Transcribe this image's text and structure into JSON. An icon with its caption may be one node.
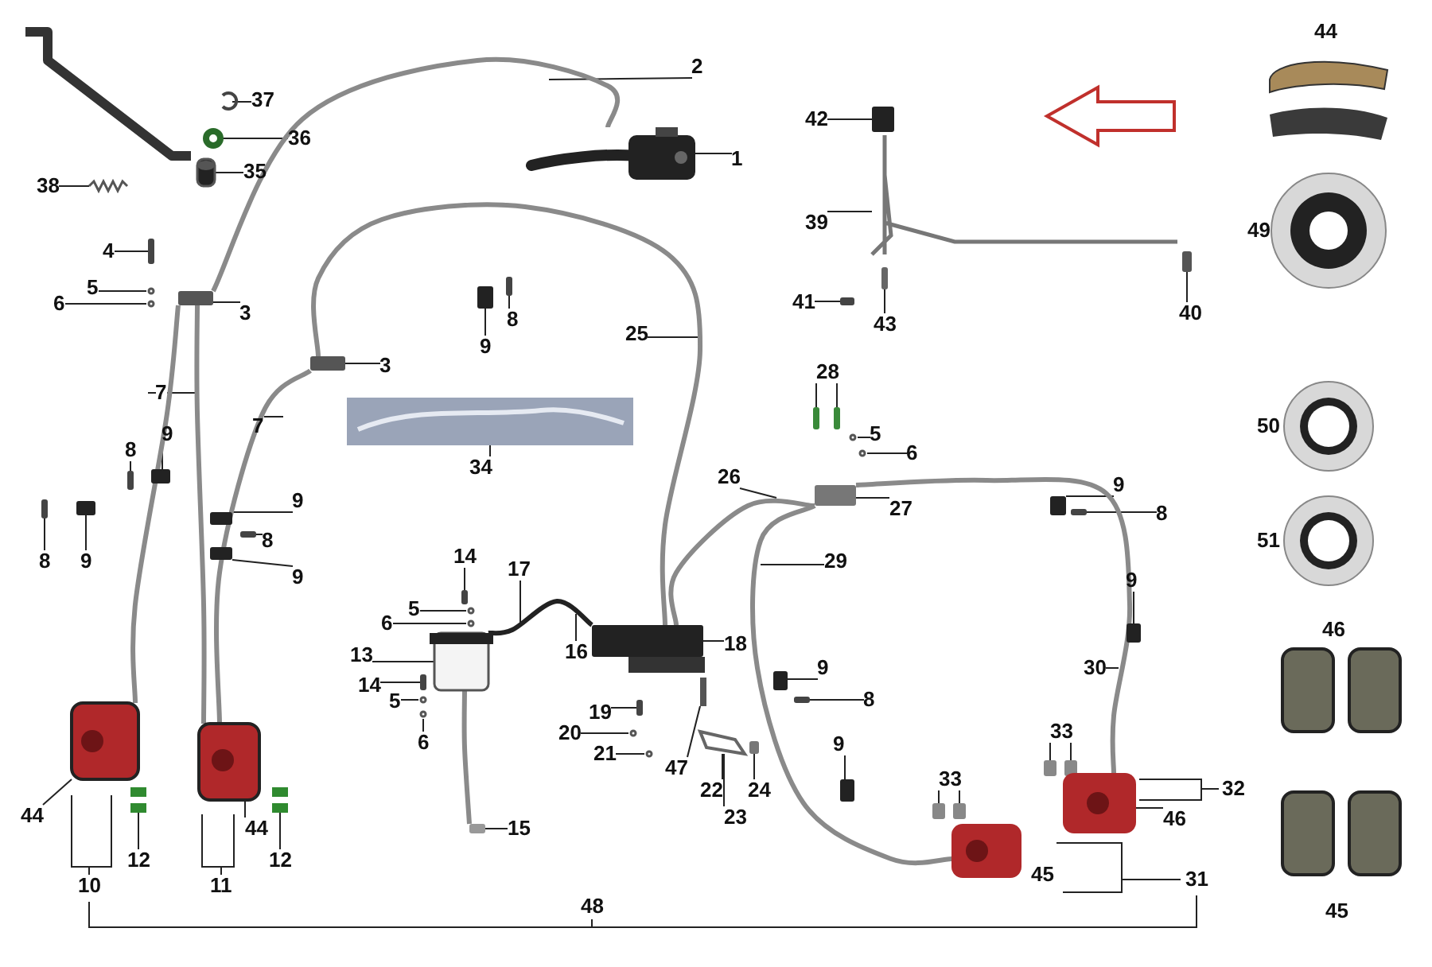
{
  "diagram": {
    "nodes": [
      {
        "text": [
          "2"
        ]
      },
      {
        "text": [
          "37"
        ]
      },
      {
        "text": [
          "42"
        ]
      },
      {
        "text": [
          "36"
        ]
      },
      {
        "text": [
          "1"
        ]
      },
      {
        "text": [
          "35"
        ]
      },
      {
        "text": [
          "38"
        ]
      },
      {
        "text": [
          "39"
        ]
      },
      {
        "text": [
          "4"
        ]
      },
      {
        "text": [
          "5"
        ]
      },
      {
        "text": [
          "6"
        ]
      },
      {
        "text": [
          "41"
        ]
      },
      {
        "text": [
          "3"
        ]
      },
      {
        "text": [
          "40"
        ]
      },
      {
        "text": [
          "8"
        ]
      },
      {
        "text": [
          "43"
        ]
      },
      {
        "text": [
          "25"
        ]
      },
      {
        "text": [
          "9"
        ]
      },
      {
        "text": [
          "3"
        ]
      },
      {
        "text": [
          "28"
        ]
      },
      {
        "text": [
          "7"
        ]
      },
      {
        "text": [
          "5"
        ]
      },
      {
        "text": [
          "34"
        ]
      },
      {
        "text": [
          "7"
        ]
      },
      {
        "text": [
          "9"
        ]
      },
      {
        "text": [
          "8"
        ]
      },
      {
        "text": [
          "6"
        ]
      },
      {
        "text": [
          "9"
        ]
      },
      {
        "text": [
          "26"
        ]
      },
      {
        "text": [
          "9"
        ]
      },
      {
        "text": [
          "27"
        ]
      },
      {
        "text": [
          "8"
        ]
      },
      {
        "text": [
          "8"
        ]
      },
      {
        "text": [
          "8"
        ]
      },
      {
        "text": [
          "9"
        ]
      },
      {
        "text": [
          "17"
        ]
      },
      {
        "text": [
          "29"
        ]
      },
      {
        "text": [
          "9"
        ]
      },
      {
        "text": [
          "14"
        ]
      },
      {
        "text": [
          "9"
        ]
      },
      {
        "text": [
          "30"
        ]
      },
      {
        "text": [
          "5"
        ]
      },
      {
        "text": [
          "6"
        ]
      },
      {
        "text": [
          "16"
        ]
      },
      {
        "text": [
          "18"
        ]
      },
      {
        "text": [
          "13"
        ]
      },
      {
        "text": [
          "9"
        ]
      },
      {
        "text": [
          "14"
        ]
      },
      {
        "text": [
          "8"
        ]
      },
      {
        "text": [
          "5"
        ]
      },
      {
        "text": [
          "19"
        ]
      },
      {
        "text": [
          "20"
        ]
      },
      {
        "text": [
          "6"
        ]
      },
      {
        "text": [
          "33"
        ]
      },
      {
        "text": [
          "9"
        ]
      },
      {
        "text": [
          "21"
        ]
      },
      {
        "text": [
          "47"
        ]
      },
      {
        "text": [
          "33"
        ]
      },
      {
        "text": [
          "22"
        ]
      },
      {
        "text": [
          "24"
        ]
      },
      {
        "text": [
          "23"
        ]
      },
      {
        "text": [
          "44"
        ]
      },
      {
        "text": [
          "44"
        ]
      },
      {
        "text": [
          "15"
        ]
      },
      {
        "text": [
          "12"
        ]
      },
      {
        "text": [
          "12"
        ]
      },
      {
        "text": [
          "46"
        ]
      },
      {
        "text": [],
        "shape": "picture"
      },
      {
        "text": [],
        "shape": "picture"
      },
      {
        "text": [],
        "shape": "circle"
      },
      {
        "text": [],
        "shape": "cylinder"
      },
      {
        "text": [],
        "shape": "picture"
      },
      {
        "text": [],
        "shape": "picture"
      },
      {
        "text": [],
        "shape": "box"
      },
      {
        "text": [],
        "shape": "box"
      },
      {
        "text": [],
        "shape": "picture"
      },
      {
        "text": [],
        "shape": "box"
      },
      {
        "text": [],
        "shape": "picture"
      },
      {
        "text": [],
        "shape": "box"
      },
      {
        "text": [],
        "shape": "box"
      },
      {
        "text": [],
        "shape": "box"
      },
      {
        "text": [],
        "shape": "box"
      },
      {
        "text": [],
        "shape": "circle"
      },
      {
        "text": [],
        "shape": "circle"
      },
      {
        "text": [],
        "shape": "box"
      },
      {
        "text": [],
        "shape": "box"
      },
      {
        "text": [],
        "shape": "box"
      },
      {
        "text": [],
        "shape": "box"
      },
      {
        "text": [],
        "shape": "box"
      },
      {
        "text": [],
        "shape": "box"
      },
      {
        "text": [],
        "shape": "box"
      },
      {
        "text": [],
        "shape": "box"
      },
      {
        "text": [],
        "shape": "box"
      },
      {
        "text": [],
        "shape": "box"
      },
      {
        "text": [],
        "shape": "box"
      },
      {
        "text": [],
        "shape": "box"
      },
      {
        "text": [],
        "shape": "box"
      },
      {
        "text": [],
        "shape": "box"
      },
      {
        "text": [],
        "shape": "box"
      },
      {
        "text": [],
        "shape": "box"
      },
      {
        "text": [],
        "shape": "circle"
      },
      {
        "text": [],
        "shape": "circle"
      },
      {
        "text": [],
        "shape": "cylinder"
      },
      {
        "text": [],
        "shape": "box"
      },
      {
        "text": [],
        "shape": "circle"
      },
      {
        "text": [],
        "shape": "circle"
      },
      {
        "text": [],
        "shape": "box"
      },
      {
        "text": [],
        "shape": "box"
      },
      {
        "text": [],
        "shape": "circle"
      },
      {
        "text": [],
        "shape": "circle"
      },
      {
        "text": [],
        "shape": "bar"
      },
      {
        "text": [],
        "shape": "picture"
      },
      {
        "text": [],
        "shape": "box"
      },
      {
        "text": [],
        "shape": "box"
      },
      {
        "text": [],
        "shape": "box"
      },
      {
        "text": [],
        "shape": "circle"
      },
      {
        "text": [],
        "shape": "circle"
      },
      {
        "text": [],
        "shape": "box"
      },
      {
        "text": [],
        "shape": "box"
      },
      {
        "text": [],
        "shape": "box"
      },
      {
        "text": [],
        "shape": "box"
      },
      {
        "text": [],
        "shape": "box"
      },
      {
        "text": [],
        "shape": "box"
      },
      {
        "text": [],
        "shape": "box"
      },
      {
        "text": [],
        "shape": "box"
      },
      {
        "text": [],
        "shape": "box"
      },
      {
        "text": [],
        "shape": "picture"
      },
      {
        "text": [],
        "shape": "picture"
      },
      {
        "text": [],
        "shape": "box"
      },
      {
        "text": [],
        "shape": "circle",
        "beside": [
          "49"
        ]
      },
      {
        "text": [],
        "shape": "circle",
        "beside": [
          "50"
        ]
      },
      {
        "text": [],
        "shape": "circle",
        "beside": [
          "51"
        ]
      },
      {
        "text": [],
        "shape": "picture",
        "beside": [
          "44"
        ]
      },
      {
        "text": [],
        "shape": "picture"
      },
      {
        "text": [],
        "shape": "box",
        "beside": [
          "46"
        ]
      },
      {
        "text": [],
        "shape": "box"
      },
      {
        "text": [],
        "shape": "box",
        "beside": [
          "45"
        ]
      },
      {
        "text": [],
        "shape": "box"
      }
    ],
    "edges": [
      {
        "from": 0,
        "to": null,
        "arrow": "none"
      },
      {
        "from": 1,
        "to": 68,
        "arrow": "none"
      },
      {
        "from": 2,
        "to": 76,
        "arrow": "none"
      },
      {
        "from": 3,
        "to": 69,
        "arrow": "none"
      },
      {
        "from": 4,
        "to": 72,
        "arrow": "none"
      },
      {
        "from": 5,
        "to": 70,
        "arrow": "none"
      },
      {
        "from": 6,
        "to": 71,
        "arrow": "none"
      },
      {
        "from": 7,
        "to": 77,
        "arrow": "none"
      },
      {
        "from": 8,
        "to": 81,
        "arrow": "none"
      },
      {
        "from": 9,
        "to": 82,
        "arrow": "none"
      },
      {
        "from": 10,
        "to": 83,
        "arrow": "none"
      },
      {
        "from": 11,
        "to": 78,
        "arrow": "none"
      },
      {
        "from": 12,
        "to": 73,
        "arrow": "none"
      },
      {
        "from": 13,
        "to": 80,
        "arrow": "none"
      },
      {
        "from": 14,
        "to": 93,
        "arrow": "none"
      },
      {
        "from": 15,
        "to": 79,
        "arrow": "none"
      },
      {
        "from": 16,
        "to": null,
        "arrow": "none"
      },
      {
        "from": 17,
        "to": 84,
        "arrow": "none"
      },
      {
        "from": 18,
        "to": 74,
        "arrow": "none"
      },
      {
        "from": 19,
        "to": 113,
        "arrow": "none"
      },
      {
        "from": 19,
        "to": 114,
        "arrow": "none"
      },
      {
        "from": 20,
        "to": null,
        "arrow": "none"
      },
      {
        "from": 20,
        "to": null,
        "arrow": "none"
      },
      {
        "from": 21,
        "to": 115,
        "arrow": "none"
      },
      {
        "from": 22,
        "to": 75,
        "arrow": "none"
      },
      {
        "from": 23,
        "to": null,
        "arrow": "none"
      },
      {
        "from": 24,
        "to": 85,
        "arrow": "none"
      },
      {
        "from": 25,
        "to": 94,
        "arrow": "none"
      },
      {
        "from": 26,
        "to": 116,
        "arrow": "none"
      },
      {
        "from": 27,
        "to": 89,
        "arrow": "none"
      },
      {
        "from": 28,
        "to": null,
        "arrow": "none"
      },
      {
        "from": 29,
        "to": 87,
        "arrow": "none"
      },
      {
        "from": 30,
        "to": 117,
        "arrow": "none"
      },
      {
        "from": 31,
        "to": 97,
        "arrow": "none"
      },
      {
        "from": 32,
        "to": 96,
        "arrow": "none"
      },
      {
        "from": 33,
        "to": 95,
        "arrow": "none"
      },
      {
        "from": 34,
        "to": 86,
        "arrow": "none"
      },
      {
        "from": 35,
        "to": null,
        "arrow": "none"
      },
      {
        "from": 36,
        "to": null,
        "arrow": "none"
      },
      {
        "from": 37,
        "to": 88,
        "arrow": "none"
      },
      {
        "from": 38,
        "to": 99,
        "arrow": "none"
      },
      {
        "from": 39,
        "to": 90,
        "arrow": "none"
      },
      {
        "from": 40,
        "to": null,
        "arrow": "none"
      },
      {
        "from": 41,
        "to": 100,
        "arrow": "none"
      },
      {
        "from": 42,
        "to": 101,
        "arrow": "none"
      },
      {
        "from": 43,
        "to": null,
        "arrow": "none"
      },
      {
        "from": 44,
        "to": 106,
        "arrow": "none"
      },
      {
        "from": 45,
        "to": 102,
        "arrow": "none"
      },
      {
        "from": 46,
        "to": 91,
        "arrow": "none"
      },
      {
        "from": 47,
        "to": 103,
        "arrow": "none"
      },
      {
        "from": 48,
        "to": 98,
        "arrow": "none"
      },
      {
        "from": 49,
        "to": 104,
        "arrow": "none"
      },
      {
        "from": 50,
        "to": 107,
        "arrow": "none"
      },
      {
        "from": 51,
        "to": 108,
        "arrow": "none"
      },
      {
        "from": 52,
        "to": 105,
        "arrow": "none"
      },
      {
        "from": 53,
        "to": 118,
        "arrow": "none"
      },
      {
        "from": 53,
        "to": 119,
        "arrow": "none"
      },
      {
        "from": 54,
        "to": 92,
        "arrow": "none"
      },
      {
        "from": 55,
        "to": 109,
        "arrow": "none"
      },
      {
        "from": 56,
        "to": 110,
        "arrow": "none"
      },
      {
        "from": 57,
        "to": 120,
        "arrow": "none"
      },
      {
        "from": 57,
        "to": 121,
        "arrow": "none"
      },
      {
        "from": 58,
        "to": 111,
        "arrow": "none"
      },
      {
        "from": 59,
        "to": 112,
        "arrow": "none"
      },
      {
        "from": 60,
        "to": 111,
        "arrow": "none"
      },
      {
        "from": 61,
        "to": 122,
        "arrow": "none"
      },
      {
        "from": 62,
        "to": 123,
        "arrow": "none"
      },
      {
        "from": 63,
        "to": 128,
        "arrow": "none"
      },
      {
        "from": 64,
        "to": 126,
        "arrow": "none"
      },
      {
        "from": 65,
        "to": 127,
        "arrow": "none"
      },
      {
        "from": 66,
        "to": 125,
        "arrow": "none"
      },
      {
        "from": 72,
        "to": 73,
        "arrow": "none",
        "style": "thick",
        "color": "#8a8a8a"
      },
      {
        "from": 73,
        "to": 122,
        "arrow": "none",
        "style": "thick",
        "color": "#8a8a8a"
      },
      {
        "from": 73,
        "to": 123,
        "arrow": "none",
        "style": "thick",
        "color": "#8a8a8a"
      },
      {
        "from": 74,
        "to": 123,
        "arrow": "none",
        "style": "thick",
        "color": "#8a8a8a"
      },
      {
        "from": 74,
        "to": 106,
        "arrow": "none",
        "style": "thick",
        "color": "#8a8a8a"
      },
      {
        "from": 106,
        "to": 117,
        "arrow": "none",
        "style": "thick",
        "color": "#8a8a8a"
      },
      {
        "from": 117,
        "to": 124,
        "arrow": "none",
        "style": "thick",
        "color": "#8a8a8a"
      },
      {
        "from": 117,
        "to": 125,
        "arrow": "none",
        "style": "thick",
        "color": "#8a8a8a"
      },
      {
        "from": 102,
        "to": 128,
        "arrow": "none",
        "style": "thick",
        "color": "#8a8a8a"
      },
      {
        "from": 102,
        "to": 106,
        "arrow": "none",
        "style": "thick",
        "color": "#222222"
      }
    ],
    "labels": [
      "32",
      "45",
      "31",
      "10",
      "11",
      "48"
    ]
  }
}
